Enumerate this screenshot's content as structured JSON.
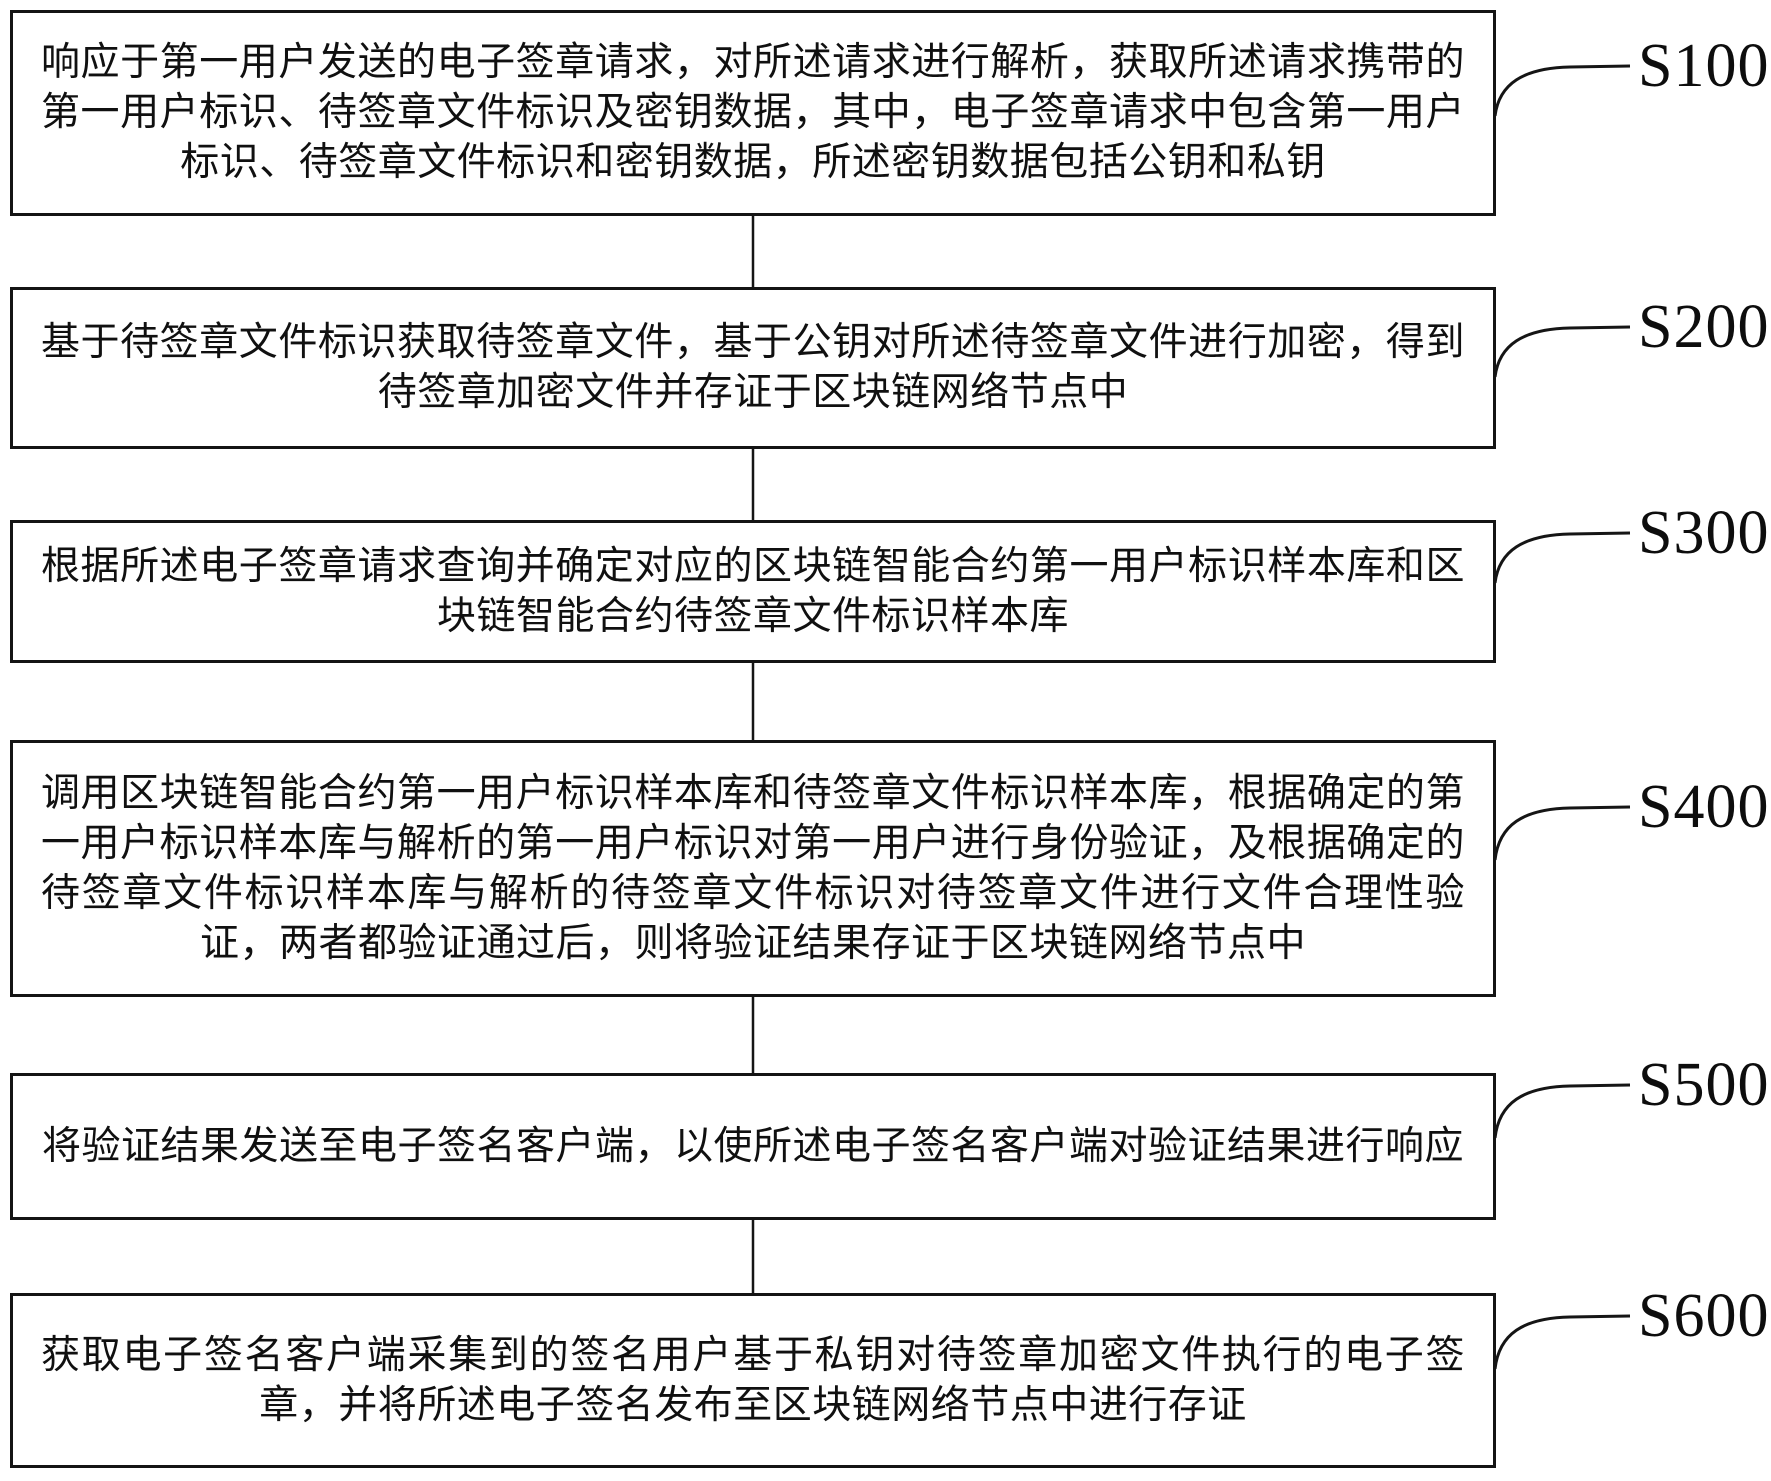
{
  "figure": {
    "type": "flowchart",
    "background_color": "#ffffff",
    "line_color": "#151515",
    "text_color": "#101010",
    "steps": [
      {
        "label": "S100",
        "text": "响应于第一用户发送的电子签章请求，对所述请求进行解析，获取所述请求携带的第一用户标识、待签章文件标识及密钥数据，其中，电子签章请求中包含第一用户标识、待签章文件标识和密钥数据，所述密钥数据包括公钥和私钥"
      },
      {
        "label": "S200",
        "text": "基于待签章文件标识获取待签章文件，基于公钥对所述待签章文件进行加密，得到待签章加密文件并存证于区块链网络节点中"
      },
      {
        "label": "S300",
        "text": "根据所述电子签章请求查询并确定对应的区块链智能合约第一用户标识样本库和区块链智能合约待签章文件标识样本库"
      },
      {
        "label": "S400",
        "text": "调用区块链智能合约第一用户标识样本库和待签章文件标识样本库，根据确定的第一用户标识样本库与解析的第一用户标识对第一用户进行身份验证，及根据确定的待签章文件标识样本库与解析的待签章文件标识对待签章文件进行文件合理性验证，两者都验证通过后，则将验证结果存证于区块链网络节点中"
      },
      {
        "label": "S500",
        "text": "将验证结果发送至电子签名客户端，以使所述电子签名客户端对验证结果进行响应"
      },
      {
        "label": "S600",
        "text": "获取电子签名客户端采集到的签名用户基于私钥对待签章加密文件执行的电子签章，并将所述电子签名发布至区块链网络节点中进行存证"
      }
    ]
  }
}
